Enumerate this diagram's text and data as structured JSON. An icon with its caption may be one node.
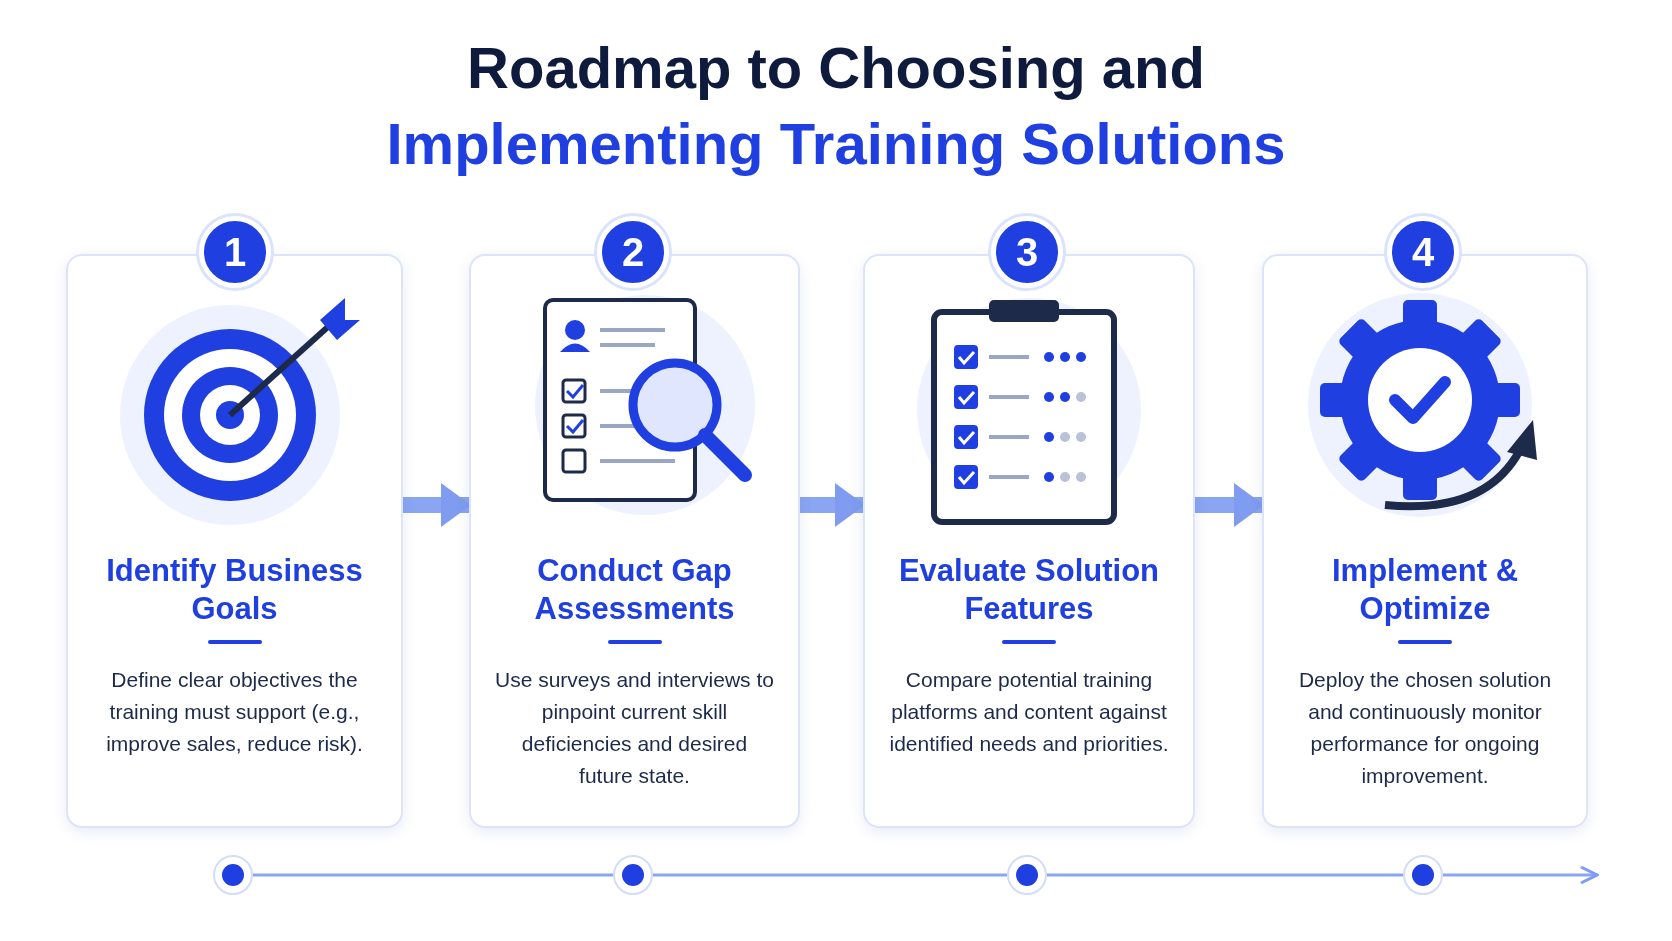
{
  "diagram": {
    "title": "Roadmap to Choosing and Implementing Training Solutions",
    "nodes": [
      {
        "text": [
          "1"
        ]
      },
      {
        "text": [
          "2"
        ]
      },
      {
        "text": [
          "3"
        ]
      },
      {
        "text": [
          "4"
        ]
      },
      {
        "text": [
          "Identify Business Goals",
          "Define clear objectives the training must support (e.g., improve sales, reduce risk)."
        ]
      },
      {
        "text": [
          "Conduct Gap Assessments",
          "Use surveys and interviews to pinpoint current skill deficiencies and desired future state."
        ]
      },
      {
        "text": [
          "Evaluate Solution Features",
          "Compare potential training platforms and content against identified needs and priorities."
        ]
      },
      {
        "text": [
          "Implement & Optimize",
          "Deploy the chosen solution and continuously monitor performance for ongoing improvement."
        ]
      },
      {
        "text": [],
        "shape": "circle"
      },
      {
        "text": [],
        "shape": "circle"
      },
      {
        "text": [],
        "shape": "circle"
      },
      {
        "text": [],
        "shape": "circle"
      }
    ],
    "edges": [
      {
        "from": 4,
        "to": 5,
        "arrow": "to",
        "style": "thick"
      },
      {
        "from": 5,
        "to": 6,
        "arrow": "to",
        "style": "thick"
      },
      {
        "from": 6,
        "to": 7,
        "arrow": "to",
        "style": "thick"
      },
      {
        "from": 8,
        "to": 9,
        "arrow": "none"
      },
      {
        "from": 9,
        "to": 10,
        "arrow": "none"
      },
      {
        "from": 10,
        "to": 11,
        "arrow": "none"
      },
      {
        "from": 11,
        "to": null,
        "arrow": "to"
      }
    ]
  }
}
